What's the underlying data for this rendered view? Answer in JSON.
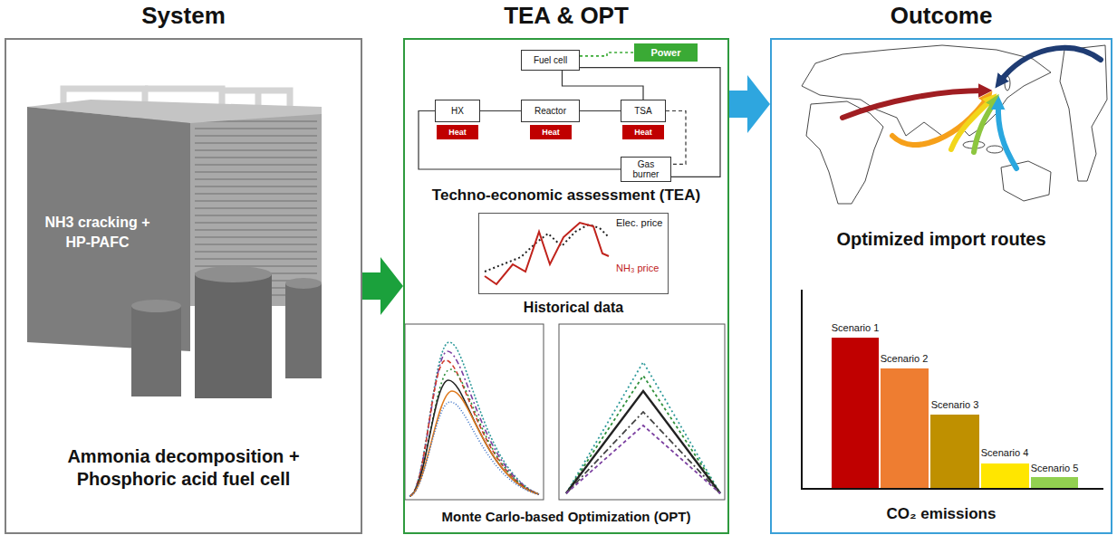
{
  "diagram": {
    "nodes": [
      {
        "text": [
          "System",
          "Ammonia decomposition + Phosphoric acid fuel cell"
        ]
      },
      {
        "text": [
          "NH3 cracking + HP-PAFC"
        ],
        "in": 0
      },
      {
        "text": [
          "TEA & OPT",
          "Techno-economic assessment (TEA)",
          "Monte Carlo-based Optimization (OPT)"
        ]
      },
      {
        "text": [
          "Fuel cell"
        ],
        "in": 2
      },
      {
        "text": [
          "Power"
        ],
        "in": 2
      },
      {
        "text": [
          "HX"
        ],
        "in": 2
      },
      {
        "text": [
          "Reactor"
        ],
        "in": 2
      },
      {
        "text": [
          "TSA"
        ],
        "in": 2
      },
      {
        "text": [
          "Heat"
        ],
        "in": 2
      },
      {
        "text": [
          "Heat"
        ],
        "in": 2
      },
      {
        "text": [
          "Heat"
        ],
        "in": 2
      },
      {
        "text": [
          "Gas burner"
        ],
        "in": 2
      },
      {
        "text": [
          "Elec. price",
          "NH₃ price",
          "Historical data"
        ],
        "in": 2
      },
      {
        "text": [
          "Outcome",
          "Optimized import routes",
          "CO₂ emissions"
        ]
      }
    ],
    "edges": [
      {
        "from": 5,
        "to": 6,
        "arrow": "none"
      },
      {
        "from": 6,
        "to": 7,
        "arrow": "none"
      },
      {
        "from": 7,
        "to": 3,
        "arrow": "none"
      },
      {
        "from": 3,
        "to": 4,
        "arrow": "none"
      },
      {
        "from": 3,
        "to": 11,
        "arrow": "none"
      },
      {
        "from": 7,
        "to": 11,
        "arrow": "none"
      },
      {
        "from": 11,
        "to": 5,
        "arrow": "none"
      },
      {
        "from": 0,
        "to": 2,
        "arrow": "to"
      },
      {
        "from": 2,
        "to": 13,
        "arrow": "to"
      }
    ],
    "labels": [
      "Scenario 1",
      "Scenario 2",
      "Scenario 3",
      "Scenario 4",
      "Scenario 5"
    ]
  }
}
